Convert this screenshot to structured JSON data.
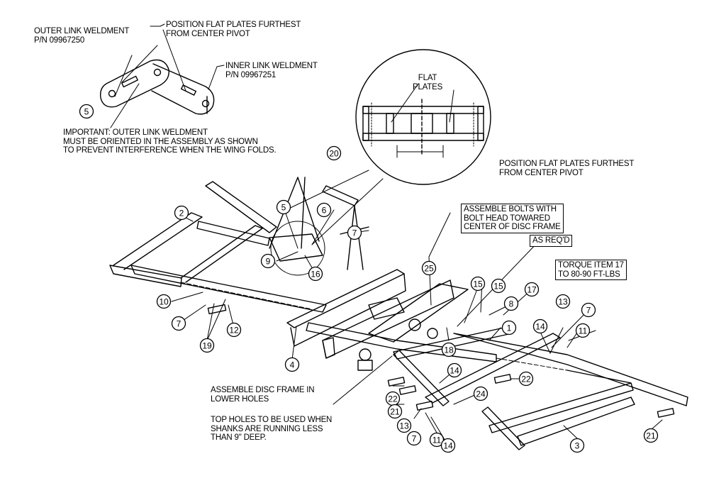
{
  "notes": {
    "outer_link": "OUTER LINK WELDMENT\nP/N 09967250",
    "position_plates_top": "POSITION FLAT PLATES FURTHEST\nFROM CENTER PIVOT",
    "inner_link": "INNER LINK WELDMENT\nP/N 09967251",
    "important": "IMPORTANT: OUTER LINK WELDMENT\nMUST BE ORIENTED IN THE ASSEMBLY AS SHOWN\nTO PREVENT INTERFERENCE WHEN THE WING FOLDS.",
    "flat_plates": "FLAT\nPLATES",
    "position_plates_right": "POSITION FLAT PLATES FURTHEST\nFROM CENTER PIVOT",
    "assemble_bolts": "ASSEMBLE BOLTS WITH\nBOLT HEAD TOWARED\nCENTER OF DISC FRAME",
    "as_reqd": "AS REQ'D",
    "torque": "TORQUE ITEM 17\nTO 80-90 FT-LBS",
    "assemble_disc": "ASSEMBLE DISC FRAME IN\nLOWER HOLES",
    "top_holes": "TOP HOLES TO BE USED WHEN\nSHANKS ARE RUNNING LESS\nTHAN 9\" DEEP."
  },
  "callouts": [
    "5",
    "20",
    "2",
    "5",
    "6",
    "7",
    "9",
    "16",
    "10",
    "7",
    "19",
    "12",
    "4",
    "25",
    "15",
    "15",
    "17",
    "8",
    "18",
    "1",
    "14",
    "13",
    "7",
    "11",
    "22",
    "14",
    "24",
    "22",
    "21",
    "13",
    "7",
    "11",
    "14",
    "3",
    "21"
  ]
}
